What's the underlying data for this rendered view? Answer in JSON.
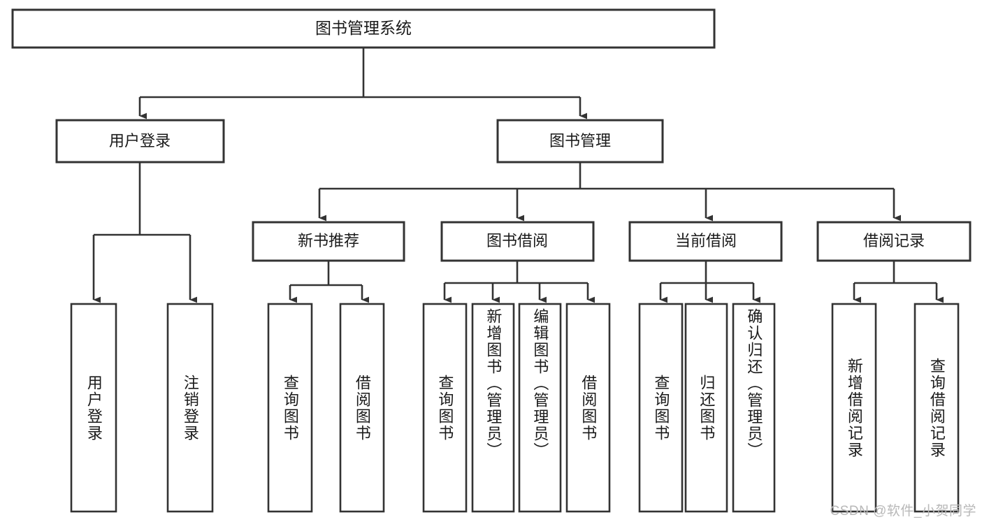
{
  "diagram": {
    "title": "图书管理系统",
    "type": "tree-hierarchy-chart",
    "root": {
      "id": "root",
      "label": "图书管理系统"
    },
    "level2": [
      {
        "id": "user-login",
        "label": "用户登录"
      },
      {
        "id": "book-manage",
        "label": "图书管理"
      }
    ],
    "level3": [
      {
        "id": "new-book-rec",
        "label": "新书推荐",
        "parent": "book-manage"
      },
      {
        "id": "book-borrow",
        "label": "图书借阅",
        "parent": "book-manage"
      },
      {
        "id": "current-borrow",
        "label": "当前借阅",
        "parent": "book-manage"
      },
      {
        "id": "borrow-record",
        "label": "借阅记录",
        "parent": "book-manage"
      }
    ],
    "leaves": [
      {
        "id": "leaf-user-login",
        "label": "用户登录",
        "parent": "user-login"
      },
      {
        "id": "leaf-logout-login",
        "label": "注销登录",
        "parent": "user-login"
      },
      {
        "id": "leaf-query-book-1",
        "label": "查询图书",
        "parent": "new-book-rec"
      },
      {
        "id": "leaf-borrow-book-1",
        "label": "借阅图书",
        "parent": "new-book-rec"
      },
      {
        "id": "leaf-query-book-2",
        "label": "查询图书",
        "parent": "book-borrow"
      },
      {
        "id": "leaf-add-book",
        "label": "新增图书（管理员）",
        "parent": "book-borrow"
      },
      {
        "id": "leaf-edit-book",
        "label": "编辑图书（管理员）",
        "parent": "book-borrow"
      },
      {
        "id": "leaf-borrow-book-2",
        "label": "借阅图书",
        "parent": "book-borrow"
      },
      {
        "id": "leaf-query-book-3",
        "label": "查询图书",
        "parent": "current-borrow"
      },
      {
        "id": "leaf-return-book",
        "label": "归还图书",
        "parent": "current-borrow"
      },
      {
        "id": "leaf-confirm-return",
        "label": "确认归还（管理员）",
        "parent": "current-borrow"
      },
      {
        "id": "leaf-add-record",
        "label": "新增借阅记录",
        "parent": "borrow-record"
      },
      {
        "id": "leaf-query-record",
        "label": "查询借阅记录",
        "parent": "borrow-record"
      }
    ],
    "colors": {
      "stroke": "#333333",
      "box_fill": "#ffffff",
      "text": "#1a1a1a",
      "background": "#ffffff",
      "watermark": "#b8b8b8"
    }
  },
  "watermark": {
    "text": "CSDN @软件_小贺同学"
  }
}
